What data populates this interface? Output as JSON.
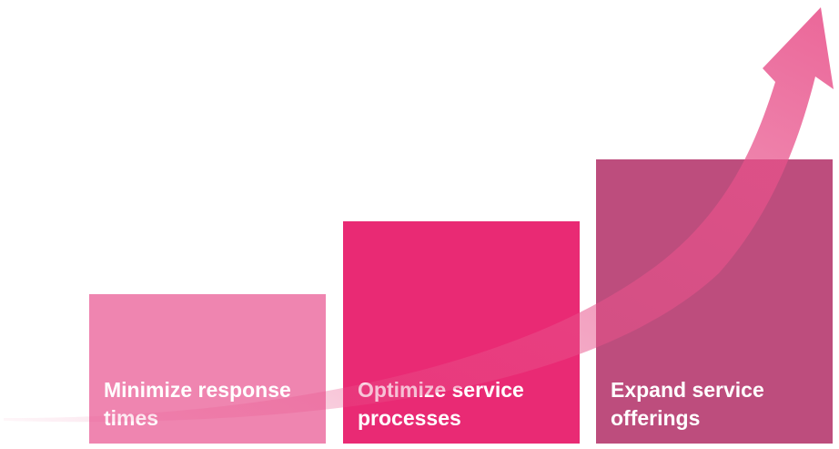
{
  "steps": [
    {
      "label": "Minimize response\ntimes",
      "color": "#ef85b0"
    },
    {
      "label": "Optimize service\nprocesses",
      "color": "#e92a74"
    },
    {
      "label": "Expand service\nofferings",
      "color": "#bd4d7d"
    }
  ],
  "arrow": {
    "color": "#e8528b",
    "direction": "up-right",
    "meaning": "growth"
  }
}
